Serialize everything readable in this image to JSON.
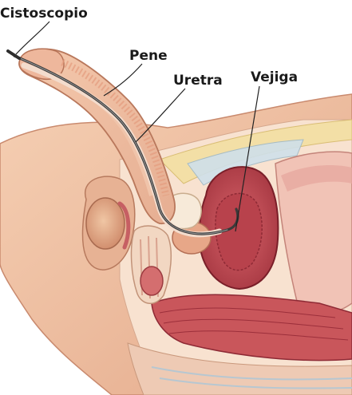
{
  "labels": {
    "cystoscope": "Cistoscopio",
    "penis": "Pene",
    "urethra": "Uretra",
    "bladder": "Vejiga"
  },
  "colors": {
    "skin": "#f2c6a8",
    "skin_dark": "#dfa184",
    "tissue_light": "#f6dcc8",
    "muscle": "#c8525a",
    "muscle_dark": "#9c2f3b",
    "fat_yellow": "#f3dfa6",
    "instrument": "#3a3a3a",
    "background": "#ffffff"
  }
}
